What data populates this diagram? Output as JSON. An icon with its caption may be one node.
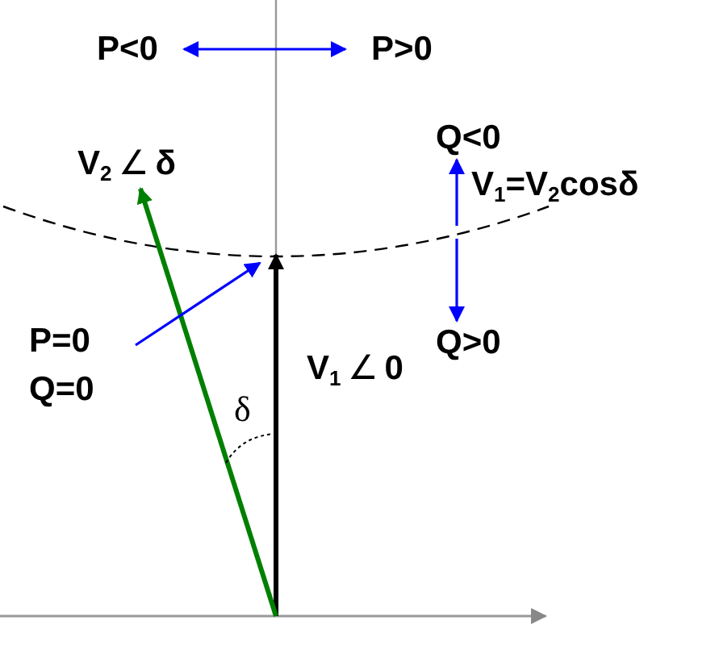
{
  "diagram": {
    "nodes": [
      {
        "text": [
          "P<0"
        ]
      },
      {
        "text": [
          "P>0"
        ]
      },
      {
        "text": [
          "Q<0"
        ]
      },
      {
        "text": [
          "V$_{1}$=V$_{2}$cosδ"
        ]
      },
      {
        "text": [
          "Q>0"
        ]
      },
      {
        "text": [
          "P=0 Q=0"
        ]
      }
    ],
    "edges": [
      {
        "from": 0,
        "to": 1,
        "arrow": "both"
      },
      {
        "from": 3,
        "to": 2,
        "arrow": "to"
      },
      {
        "from": 3,
        "to": 4,
        "arrow": "to"
      },
      {
        "from": 5,
        "to": null,
        "arrow": "to"
      }
    ],
    "labels": [
      "V$_{2}$∠δ",
      "V$_{1}$∠0",
      "δ"
    ]
  }
}
